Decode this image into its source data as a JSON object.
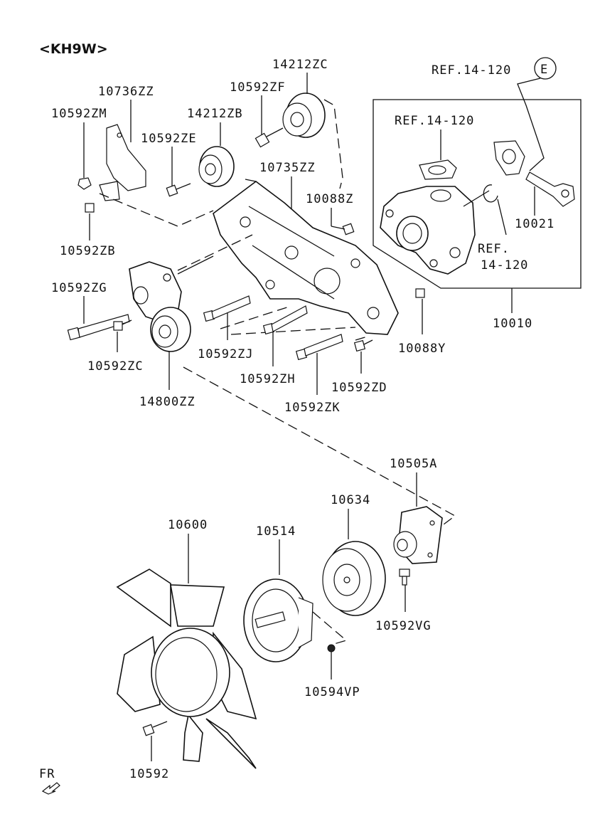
{
  "header": {
    "model_code": "<KH9W>"
  },
  "callouts": {
    "ref_e_text": "REF.14-120",
    "ref_e_circle": "E",
    "ref_inner_top": "REF.14-120",
    "ref_inner_bottom_1": "REF.",
    "ref_inner_bottom_2": "14-120",
    "fr_label": "FR"
  },
  "parts": {
    "p14212ZC": "14212ZC",
    "p10736ZZ": "10736ZZ",
    "p10592ZF": "10592ZF",
    "p10592ZM": "10592ZM",
    "p14212ZB": "14212ZB",
    "p10592ZE": "10592ZE",
    "p10735ZZ": "10735ZZ",
    "p10088Z": "10088Z",
    "p10021": "10021",
    "p10592ZB": "10592ZB",
    "p10592ZG": "10592ZG",
    "p10010": "10010",
    "p10592ZC": "10592ZC",
    "p10592ZJ": "10592ZJ",
    "p10088Y": "10088Y",
    "p10592ZH": "10592ZH",
    "p10592ZD": "10592ZD",
    "p14800ZZ": "14800ZZ",
    "p10592ZK": "10592ZK",
    "p10505A": "10505A",
    "p10634": "10634",
    "p10600": "10600",
    "p10514": "10514",
    "p10592VG": "10592VG",
    "p10594VP": "10594VP",
    "p10592": "10592"
  }
}
